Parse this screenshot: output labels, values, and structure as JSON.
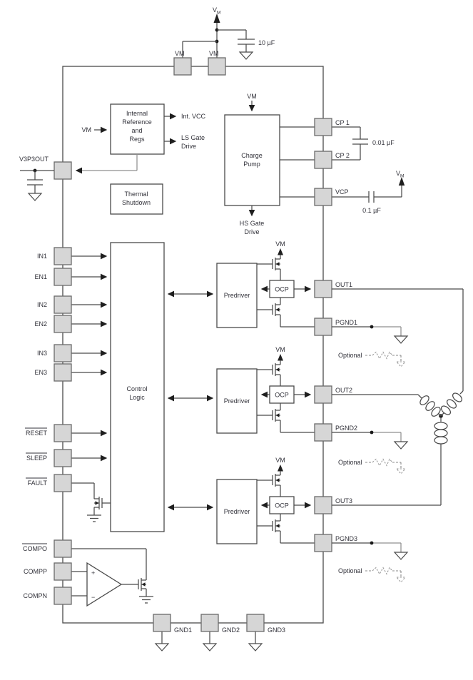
{
  "supply": {
    "v": "V",
    "m": "M",
    "vm": "VM"
  },
  "capacitors": {
    "bulk": "10 µF",
    "flying": "0.01 µF",
    "vcp": "0.1 µF"
  },
  "blocks": {
    "internal_ref": {
      "line1": "Internal",
      "line2": "Reference",
      "line3": "and",
      "line4": "Regs"
    },
    "thermal": {
      "line1": "Thermal",
      "line2": "Shutdown"
    },
    "charge_pump": {
      "line1": "Charge",
      "line2": "Pump"
    },
    "control_logic": {
      "line1": "Control",
      "line2": "Logic"
    },
    "predriver": "Predriver",
    "ocp": "OCP"
  },
  "signals": {
    "int_vcc": "Int. VCC",
    "ls_gate1": "LS Gate",
    "ls_gate2": "Drive",
    "hs_gate1": "HS Gate",
    "hs_gate2": "Drive"
  },
  "comparator": {
    "plus": "+",
    "minus": "−"
  },
  "notes": {
    "optional": "Optional"
  },
  "pins": {
    "top": [
      "VM",
      "VM"
    ],
    "left": [
      "V3P3OUT",
      "IN1",
      "EN1",
      "IN2",
      "EN2",
      "IN3",
      "EN3",
      "RESET",
      "SLEEP",
      "FAULT",
      "COMPO",
      "COMPP",
      "COMPN"
    ],
    "right": [
      "CP 1",
      "CP 2",
      "VCP",
      "OUT1",
      "PGND1",
      "OUT2",
      "PGND2",
      "OUT3",
      "PGND3"
    ],
    "bottom": [
      "GND1",
      "GND2",
      "GND3"
    ]
  },
  "colors": {
    "wire": "#4a4a4a",
    "pin_fill": "#d6d6d6",
    "pin_border": "#6b6b6b",
    "text": "#32323a"
  }
}
